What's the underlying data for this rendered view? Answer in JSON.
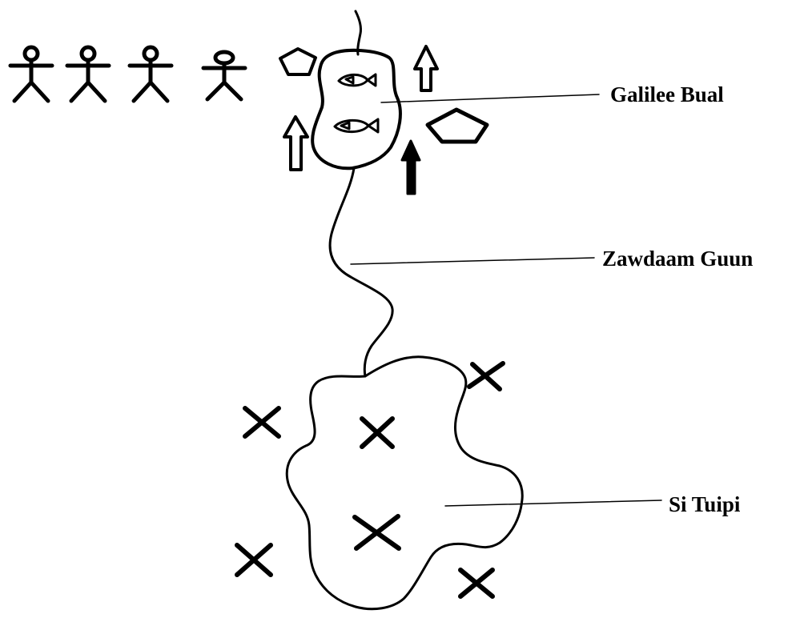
{
  "labels": {
    "galilee": "Galilee Bual",
    "river": "Zawdaam Guun",
    "dead_sea": "Si Tuipi"
  },
  "colors": {
    "ink": "#000000",
    "background": "#ffffff"
  },
  "icons": [
    "person-icon",
    "pentagon-icon",
    "arrow-up-icon",
    "fish-icon",
    "cross-mark-icon"
  ]
}
